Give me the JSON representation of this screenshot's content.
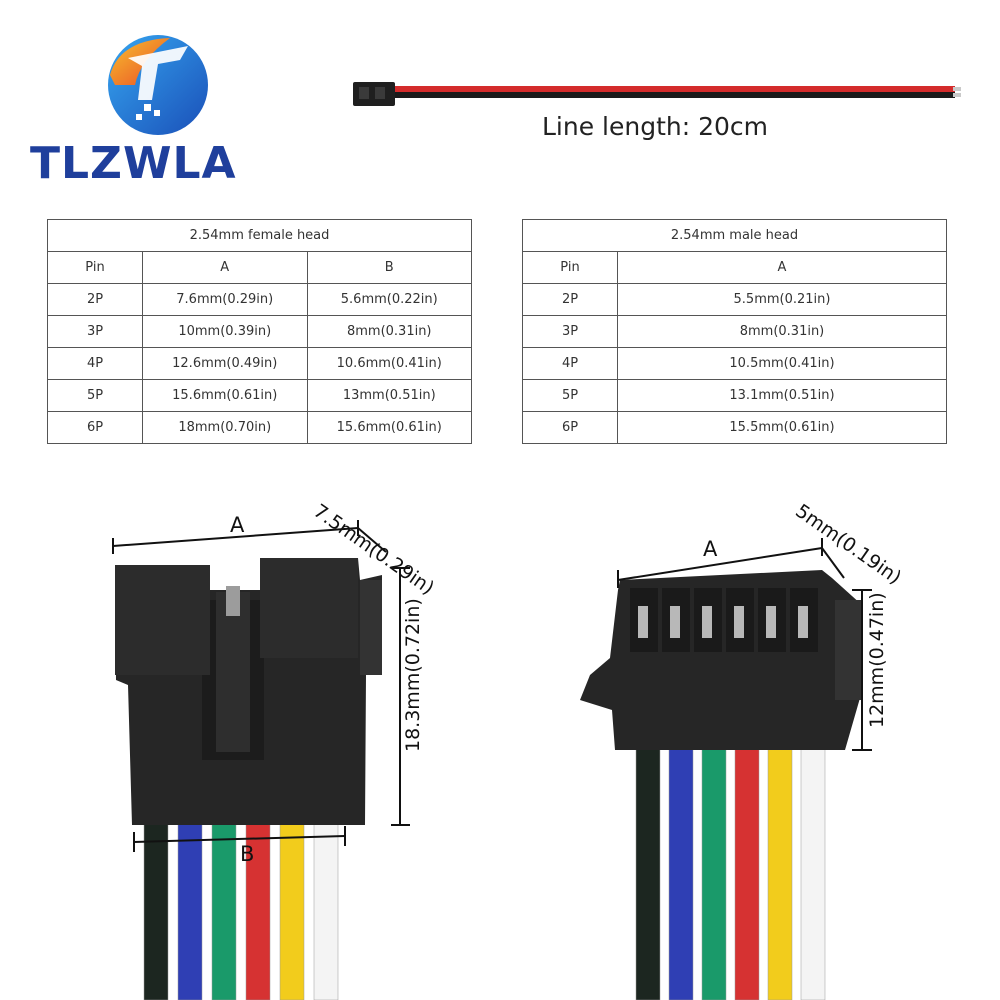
{
  "brand": {
    "name": "TLZWLA"
  },
  "cable": {
    "caption": "Line length: 20cm"
  },
  "female_table": {
    "title": "2.54mm female head",
    "headers": [
      "Pin",
      "A",
      "B"
    ],
    "rows": [
      [
        "2P",
        "7.6mm(0.29in)",
        "5.6mm(0.22in)"
      ],
      [
        "3P",
        "10mm(0.39in)",
        "8mm(0.31in)"
      ],
      [
        "4P",
        "12.6mm(0.49in)",
        "10.6mm(0.41in)"
      ],
      [
        "5P",
        "15.6mm(0.61in)",
        "13mm(0.51in)"
      ],
      [
        "6P",
        "18mm(0.70in)",
        "15.6mm(0.61in)"
      ]
    ]
  },
  "male_table": {
    "title": "2.54mm male head",
    "headers": [
      "Pin",
      "A"
    ],
    "rows": [
      [
        "2P",
        "5.5mm(0.21in)"
      ],
      [
        "3P",
        "8mm(0.31in)"
      ],
      [
        "4P",
        "10.5mm(0.41in)"
      ],
      [
        "5P",
        "13.1mm(0.51in)"
      ],
      [
        "6P",
        "15.5mm(0.61in)"
      ]
    ]
  },
  "female_dims": {
    "a_label": "A",
    "b_label": "B",
    "depth": "7.5mm(0.29in)",
    "height": "18.3mm(0.72in)"
  },
  "male_dims": {
    "a_label": "A",
    "depth": "5mm(0.19in)",
    "height": "12mm(0.47in)"
  },
  "colors": {
    "brand_blue": "#1f3f9c",
    "housing": "#262626",
    "wires": [
      "#1c2620",
      "#2f3fb4",
      "#1a9a6a",
      "#d63232",
      "#f2cc1c",
      "#f4f4f4"
    ]
  }
}
